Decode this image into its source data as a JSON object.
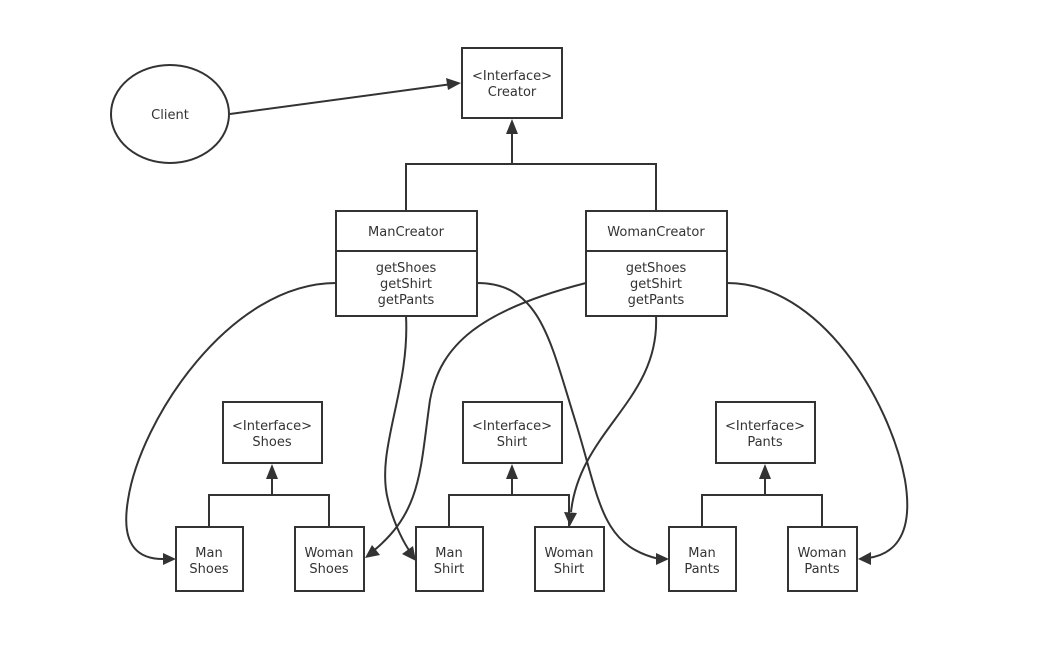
{
  "client": {
    "label": "Client"
  },
  "creator": {
    "stereotype": "<Interface>",
    "name": "Creator"
  },
  "man_creator": {
    "name": "ManCreator",
    "methods": [
      "getShoes",
      "getShirt",
      "getPants"
    ]
  },
  "woman_creator": {
    "name": "WomanCreator",
    "methods": [
      "getShoes",
      "getShirt",
      "getPants"
    ]
  },
  "shoes": {
    "stereotype": "<Interface>",
    "name": "Shoes"
  },
  "shirt": {
    "stereotype": "<Interface>",
    "name": "Shirt"
  },
  "pants": {
    "stereotype": "<Interface>",
    "name": "Pants"
  },
  "products": {
    "man_shoes": [
      "Man",
      "Shoes"
    ],
    "woman_shoes": [
      "Woman",
      "Shoes"
    ],
    "man_shirt": [
      "Man",
      "Shirt"
    ],
    "woman_shirt": [
      "Woman",
      "Shirt"
    ],
    "man_pants": [
      "Man",
      "Pants"
    ],
    "woman_pants": [
      "Woman",
      "Pants"
    ]
  },
  "colors": {
    "stroke": "#333333",
    "fill": "#ffffff",
    "text": "#333333"
  }
}
